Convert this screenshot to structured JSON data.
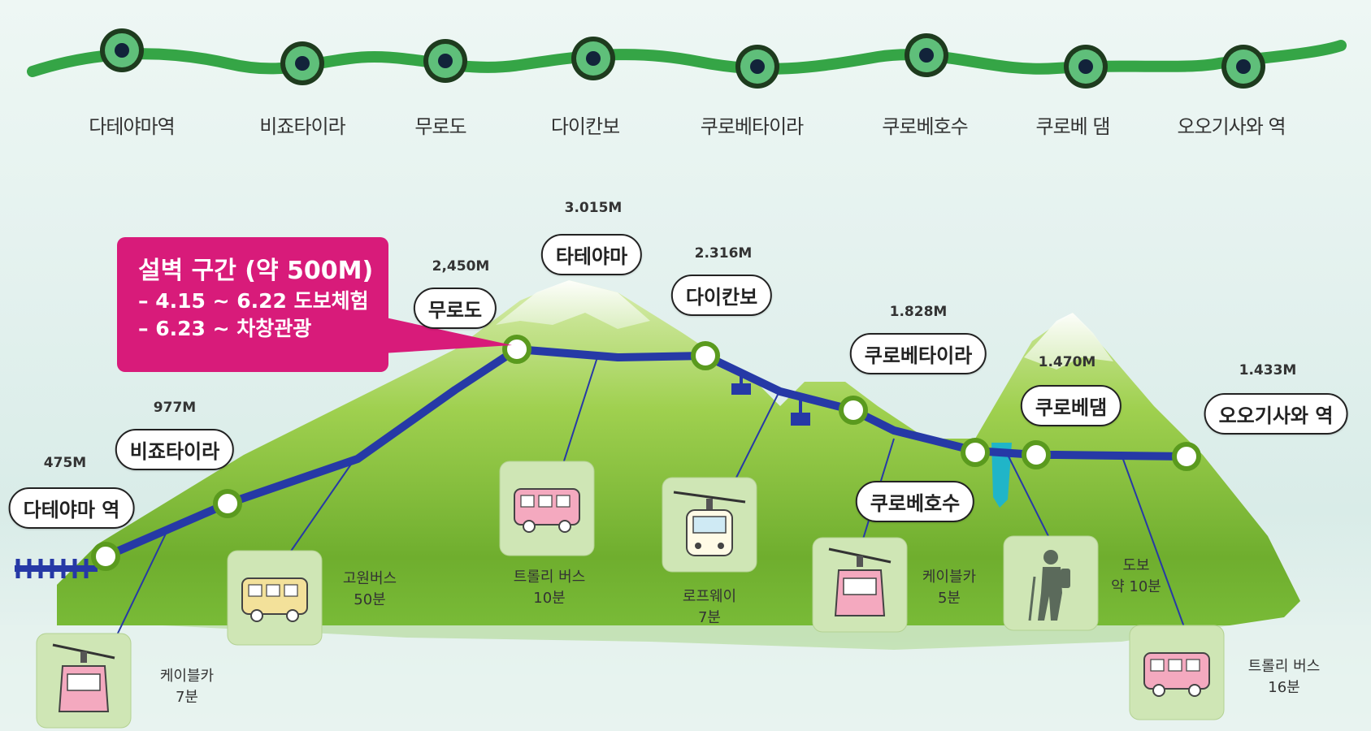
{
  "top_route": {
    "stops": [
      "다테야마역",
      "비죠타이라",
      "무로도",
      "다이칸보",
      "쿠로베타이라",
      "쿠로베호수",
      "쿠로베 댐",
      "오오기사와 역"
    ]
  },
  "callout": {
    "title": "설벽 구간 (약 500M)",
    "lines": [
      "– 4.15 ~ 6.22 도보체험",
      "– 6.23 ~ 차창관광"
    ]
  },
  "stations": [
    {
      "name": "다테야마 역",
      "elevation": "475M"
    },
    {
      "name": "비죠타이라",
      "elevation": "977M"
    },
    {
      "name": "무로도",
      "elevation": "2,450M"
    },
    {
      "name": "타테야마",
      "elevation": "3.015M"
    },
    {
      "name": "다이칸보",
      "elevation": "2.316M"
    },
    {
      "name": "쿠로베타이라",
      "elevation": "1.828M"
    },
    {
      "name": "쿠로베호수",
      "elevation": ""
    },
    {
      "name": "쿠로베댐",
      "elevation": "1.470M"
    },
    {
      "name": "오오기사와 역",
      "elevation": "1.433M"
    }
  ],
  "transports": [
    {
      "icon": "cable-car-icon",
      "name": "케이블카",
      "time": "7분"
    },
    {
      "icon": "highland-bus-icon",
      "name": "고원버스",
      "time": "50분"
    },
    {
      "icon": "trolley-bus-icon",
      "name": "트롤리 버스",
      "time": "10분"
    },
    {
      "icon": "ropeway-icon",
      "name": "로프웨이",
      "time": "7분"
    },
    {
      "icon": "cable-car-icon",
      "name": "케이블카",
      "time": "5분"
    },
    {
      "icon": "hiker-icon",
      "name": "도보",
      "time": "약 10분"
    },
    {
      "icon": "trolley-bus-icon",
      "name": "트롤리 버스",
      "time": "16분"
    }
  ],
  "colors": {
    "route_green": "#35a546",
    "route_blue": "#2639a6",
    "callout": "#d81b7a",
    "mountain": "#8cc63f"
  }
}
